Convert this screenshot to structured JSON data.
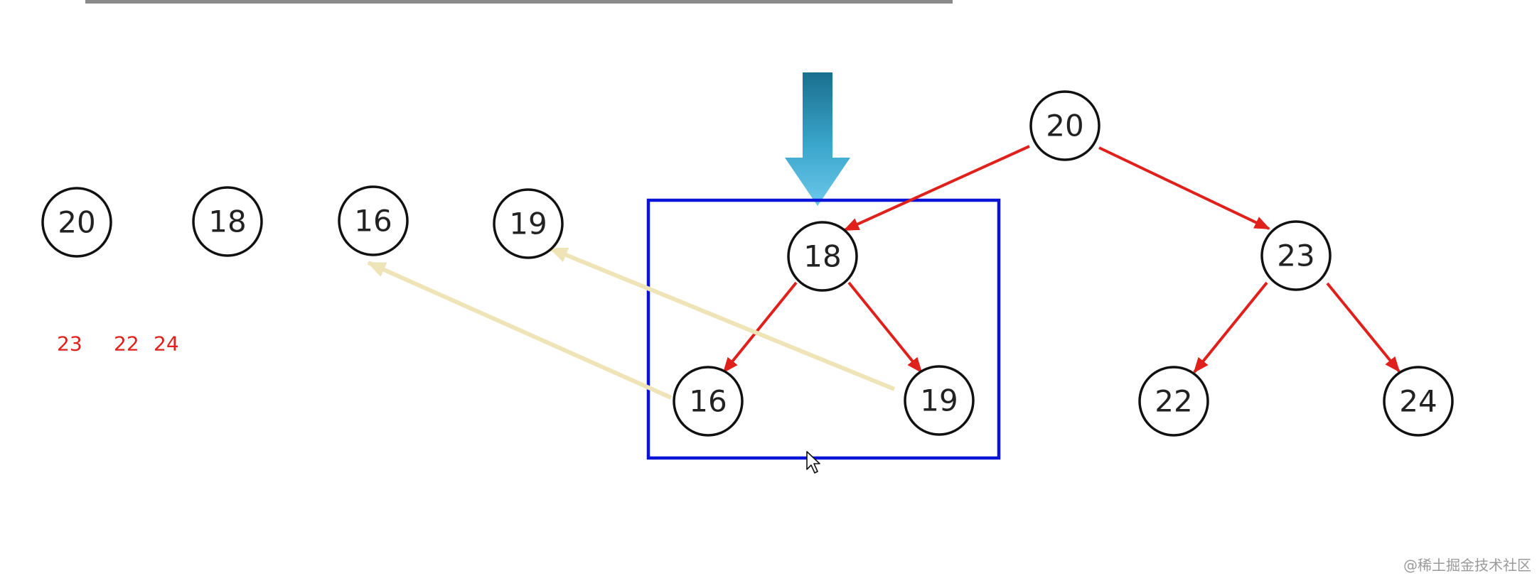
{
  "tree_nodes": {
    "root": "20",
    "left": "18",
    "right": "23",
    "left_left": "16",
    "left_right": "19",
    "right_left": "22",
    "right_right": "24"
  },
  "output_sequence": [
    "20",
    "18",
    "16",
    "19"
  ],
  "queue_values": [
    "23",
    "22",
    "24"
  ],
  "watermark": "@稀土掘金技术社区",
  "colors": {
    "tree_edge": "#e0201a",
    "move_arrow": "#efe4b8",
    "highlight_box": "#0a14d8",
    "pointer_arrow_top": "#1a6f8f",
    "pointer_arrow_bottom": "#6cc8ea",
    "queue_text": "#e0201a"
  }
}
